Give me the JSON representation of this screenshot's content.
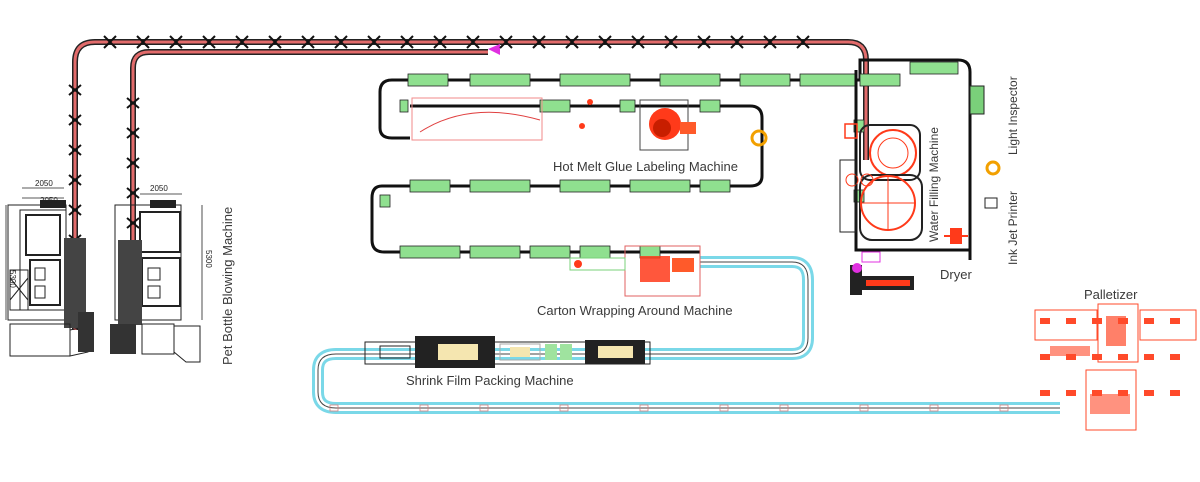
{
  "labels": {
    "blowing": "Pet Bottle Blowing Machine",
    "filling": "Water Filling Machine",
    "light_inspector": "Light Inspector",
    "ink_jet": "Ink Jet Printer",
    "dryer": "Dryer",
    "labeling": "Hot Melt Glue Labeling Machine",
    "carton": "Carton Wrapping Around Machine",
    "shrink": "Shrink Film Packing Machine",
    "palletizer": "Palletizer"
  },
  "dimensions": {
    "width_a": "2050",
    "width_b": "2050",
    "width_c": "2050",
    "height_a": "5300",
    "height_b": "5300"
  },
  "colors": {
    "air_conveyor": "#d83a3a",
    "bottle_conveyor": "#8fe08f",
    "case_conveyor": "#9ee8f2",
    "equipment": "#222222",
    "palletizer": "#ff4a2a",
    "accent_orange": "#f2a000"
  }
}
